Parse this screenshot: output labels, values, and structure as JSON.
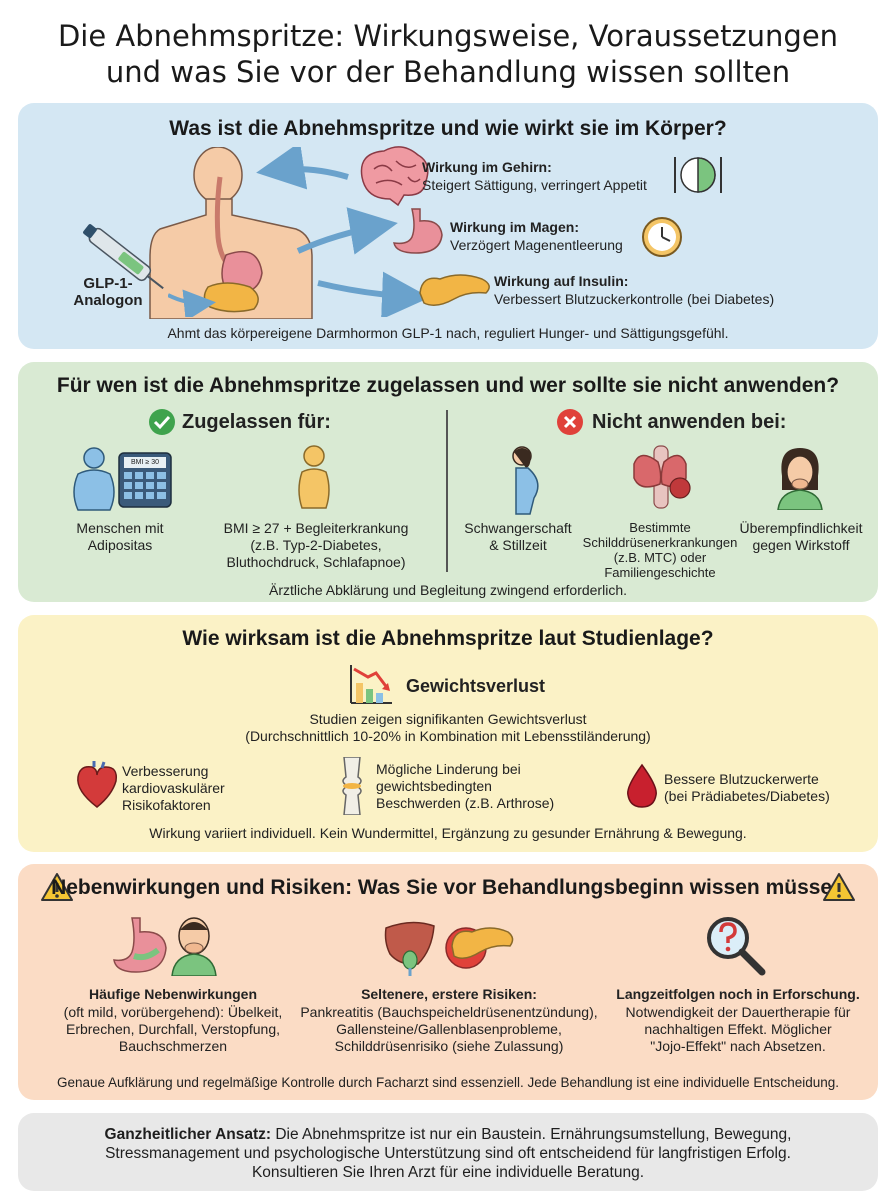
{
  "title": {
    "line1": "Die Abnehmspritze: Wirkungsweise, Voraussetzungen",
    "line2": "und was Sie vor der Behandlung wissen sollten"
  },
  "section1": {
    "heading": "Was ist die Abnehmspritze und wie wirkt sie im Körper?",
    "pen_label_1": "GLP-1-",
    "pen_label_2": "Analogon",
    "brain_title": "Wirkung im Gehirn:",
    "brain_text": "Steigert Sättigung, verringert Appetit",
    "stomach_title": "Wirkung im Magen:",
    "stomach_text": "Verzögert Magenentleerung",
    "insulin_title": "Wirkung auf Insulin:",
    "insulin_text": "Verbessert Blutzuckerkontrolle (bei Diabetes)",
    "footer": "Ahmt das körpereigene Darmhormon GLP-1 nach, reguliert Hunger- und Sättigungsgefühl."
  },
  "section2": {
    "heading": "Für wen ist die Abnehmspritze zugelassen und wer sollte sie nicht anwenden?",
    "approved_title": "Zugelassen für:",
    "approved_1_l1": "Menschen mit",
    "approved_1_l2": "Adipositas",
    "bmi_screen": "BMI ≥ 30",
    "approved_2_l1": "BMI ≥ 27 + Begleiterkrankung",
    "approved_2_l2": "(z.B. Typ-2-Diabetes,",
    "approved_2_l3": "Bluthochdruck, Schlafapnoe)",
    "not_title": "Nicht anwenden bei:",
    "not_1_l1": "Schwangerschaft",
    "not_1_l2": "& Stillzeit",
    "not_2_l1": "Bestimmte",
    "not_2_l2": "Schilddrüsenerkrankungen",
    "not_2_l3": "(z.B. MTC) oder",
    "not_2_l4": "Familiengeschichte",
    "not_3_l1": "Überempfindlichkeit",
    "not_3_l2": "gegen Wirkstoff",
    "footer": "Ärztliche Abklärung und Begleitung zwingend erforderlich."
  },
  "section3": {
    "heading": "Wie wirksam ist die Abnehmspritze laut Studienlage?",
    "sub": "Gewichtsverlust",
    "desc_l1": "Studien zeigen signifikanten Gewichtsverlust",
    "desc_l2": "(Durchschnittlich 10-20% in Kombination mit Lebensstiländerung)",
    "b1_l1": "Verbesserung",
    "b1_l2": "kardiovaskulärer",
    "b1_l3": "Risikofaktoren",
    "b2_l1": "Mögliche Linderung bei",
    "b2_l2": "gewichtsbedingten",
    "b2_l3": "Beschwerden (z.B. Arthrose)",
    "b3_l1": "Bessere Blutzuckerwerte",
    "b3_l2": "(bei Prädiabetes/Diabetes)",
    "footer": "Wirkung variiert individuell. Kein Wundermittel, Ergänzung zu gesunder Ernährung & Bewegung."
  },
  "section4": {
    "heading": "Nebenwirkungen und Risiken: Was Sie vor Behandlungsbeginn wissen müssen",
    "c1_title": "Häufige Nebenwirkungen",
    "c1_l1": "(oft mild, vorübergehend): Übelkeit,",
    "c1_l2": "Erbrechen, Durchfall, Verstopfung,",
    "c1_l3": "Bauchschmerzen",
    "c2_title": "Seltenere, erstere Risiken:",
    "c2_l1": "Pankreatitis (Bauchspeicheldrüsenentzündung),",
    "c2_l2": "Gallensteine/Gallenblasenprobleme,",
    "c2_l3": "Schilddrüsenrisiko (siehe Zulassung)",
    "c3_title": "Langzeitfolgen noch in Erforschung.",
    "c3_l1": "Notwendigkeit der Dauertherapie für",
    "c3_l2": "nachhaltigen Effekt. Möglicher",
    "c3_l3": "\"Jojo-Effekt\" nach Absetzen.",
    "footer": "Genaue Aufklärung und regelmäßige Kontrolle durch Facharzt sind essenziell. Jede Behandlung ist eine individuelle Entscheidung."
  },
  "section5": {
    "lead": "Ganzheitlicher Ansatz:",
    "l1": " Die Abnehmspritze ist nur ein Baustein. Ernährungsumstellung, Bewegung,",
    "l2": "Stressmanagement und psychologische Unterstützung sind oft entscheidend für langfristigen Erfolg.",
    "l3": "Konsultieren Sie Ihren Arzt für eine individuelle Beratung."
  },
  "colors": {
    "blue_panel": "#d4e7f3",
    "green_panel": "#d9ead3",
    "yellow_panel": "#fbf2c6",
    "orange_panel": "#fbdcc5",
    "grey_panel": "#e8e8e8",
    "check_green": "#3fa34d",
    "cross_red": "#e0413a"
  },
  "icons": [
    "syringe-pen-icon",
    "brain-icon",
    "plate-cutlery-icon",
    "stomach-icon",
    "clock-icon",
    "pancreas-icon",
    "check-icon",
    "cross-icon",
    "person-icon",
    "calculator-icon",
    "pregnant-woman-icon",
    "thyroid-icon",
    "sick-woman-icon",
    "chart-down-icon",
    "heart-icon",
    "knee-joint-icon",
    "blood-drop-icon",
    "warning-icon",
    "nausea-icon",
    "liver-icon",
    "magnifier-question-icon"
  ]
}
